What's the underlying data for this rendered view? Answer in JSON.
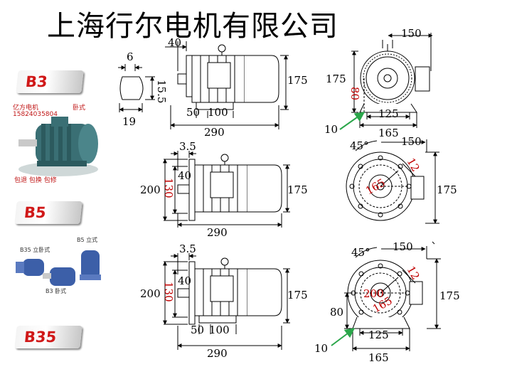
{
  "company_title": "上海行尔电机有限公司",
  "badges": [
    {
      "label": "B3"
    },
    {
      "label": "B5"
    },
    {
      "label": "B35"
    }
  ],
  "photo_b3": {
    "brand": "亿方电机",
    "phone": "15824035804",
    "type": "卧式",
    "services": "包退  包换  包修"
  },
  "photo_b5": {
    "b35_label": "B35 立卧式",
    "b5_label": "B5 立式",
    "b3_label": "B3 卧式"
  },
  "colors": {
    "ink": "#000000",
    "red_dim": "#c00000",
    "leader": "#2aa64a",
    "badge_text": "#d01818",
    "motor": "#3a6f74"
  },
  "b3_row": {
    "shaft_key_width": "6",
    "shaft_height": "15.5",
    "shaft_dia": "19",
    "shaft_ext": "40",
    "foot_a": "50",
    "foot_b": "100",
    "overall_length": "290",
    "height": "175",
    "end_width": "150",
    "end_height": "175",
    "centre_height": "80",
    "foot_span": "125",
    "base_width": "165",
    "foot_bolt": "10"
  },
  "b5_row": {
    "flange_thick": "3.5",
    "shaft_ext": "40",
    "flange_dia": "200",
    "spigot_dia": "130",
    "overall_length": "290",
    "height": "175",
    "angle": "45°",
    "end_width": "150",
    "hole_dia": "12",
    "pcd": "165",
    "end_height": "175"
  },
  "b35_row": {
    "flange_thick": "3.5",
    "shaft_ext": "40",
    "flange_dia": "200",
    "spigot_dia": "130",
    "foot_a": "50",
    "foot_b": "100",
    "overall_length": "290",
    "height": "175",
    "angle": "45°",
    "end_width": "150",
    "hole_dia": "12",
    "flange_dia_end": "200",
    "pcd": "165",
    "centre_height": "80",
    "foot_span": "125",
    "base_width": "165",
    "foot_bolt": "10",
    "end_height": "175"
  }
}
